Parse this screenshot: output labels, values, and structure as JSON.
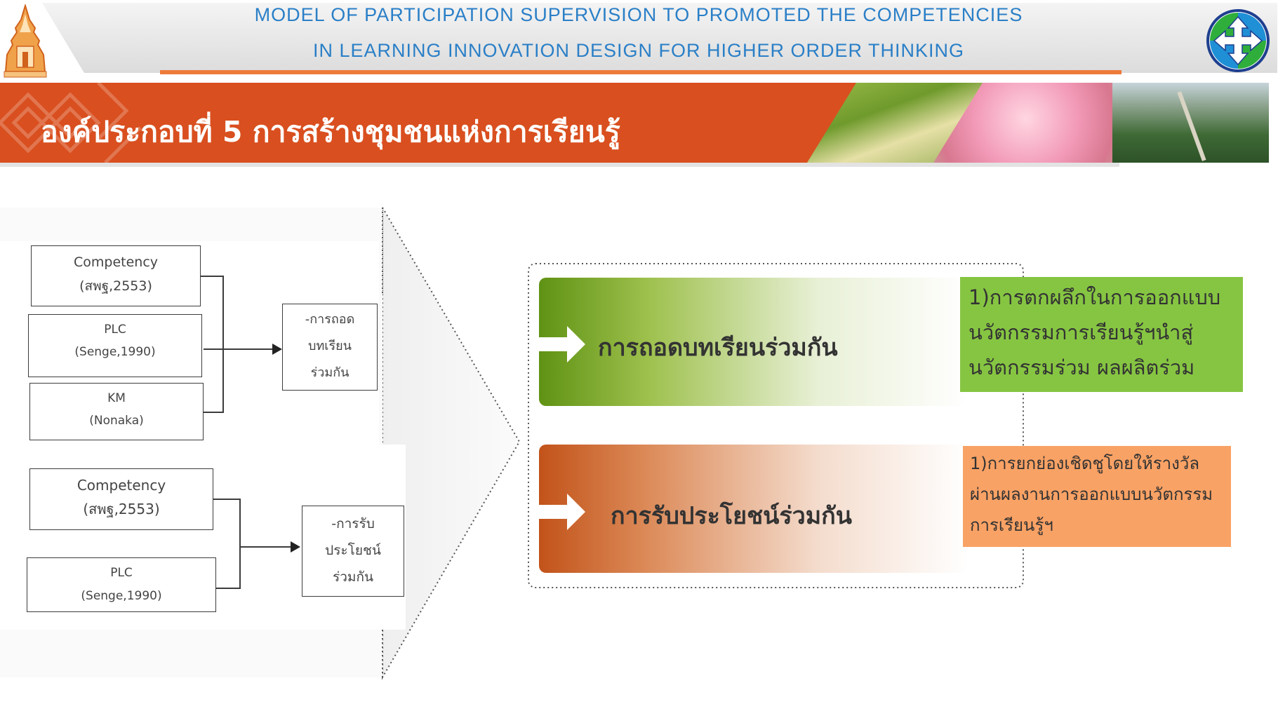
{
  "header": {
    "title_line_1": "MODEL OF PARTICIPATION SUPERVISION  TO PROMOTED THE COMPETENCIES",
    "title_line_2": "IN  LEARNING INNOVATION  DESIGN FOR HIGHER ORDER THINKING"
  },
  "banner": {
    "title": "องค์ประกอบที่ 5 การสร้างชุมชนแห่งการเรียนรู้"
  },
  "logos": {
    "left": "university-emblem-icon",
    "right": "cross-arrows-icon"
  },
  "left_diagram": {
    "group_1": {
      "sources": [
        {
          "name": "Competency",
          "ref": "(สพฐ,2553)"
        },
        {
          "name": "PLC",
          "ref": "(Senge,1990)"
        },
        {
          "name": "KM",
          "ref": "(Nonaka)"
        }
      ],
      "result": [
        "-การถอด",
        "บทเรียน",
        "ร่วมกัน"
      ]
    },
    "group_2": {
      "sources": [
        {
          "name": "Competency",
          "ref": "(สพฐ,2553)"
        },
        {
          "name": "PLC",
          "ref": "(Senge,1990)"
        }
      ],
      "result": [
        "-การรับ",
        "ประโยชน์",
        "ร่วมกัน"
      ]
    }
  },
  "right_panel": {
    "items": [
      {
        "label": "การถอดบทเรียนร่วมกัน",
        "note_lines": [
          "1)การตกผลึกในการออกแบบ",
          "นวัตกรรมการเรียนรู้ฯนำสู่",
          "นวัตกรรมร่วม ผลผลิตร่วม"
        ]
      },
      {
        "label": "การรับประโยชน์ร่วมกัน",
        "note_lines": [
          "1)การยกย่องเชิดชูโดยให้รางวัล",
          "ผ่านผลงานการออกแบบนวัตกรรม",
          "การเรียนรู้ฯ"
        ]
      }
    ]
  },
  "colors": {
    "header_text": "#2a7fc7",
    "banner": "#d94f1f",
    "accent_orange": "#ee7a3a",
    "green_bar": "#5f9214",
    "orange_bar": "#c2531a",
    "green_note": "#86c542",
    "orange_note": "#f9a265"
  }
}
